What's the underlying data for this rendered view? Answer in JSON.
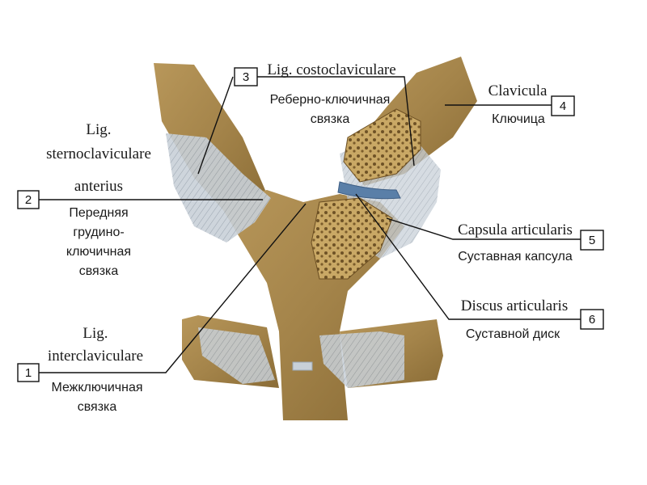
{
  "colors": {
    "bone": "#a8884a",
    "bone_dark": "#7a5e2c",
    "spongy": "#c9a865",
    "ligament": "#c8d0d8",
    "ligament_shade": "#9aa6b2",
    "disc": "#5a7fa8"
  },
  "labels": [
    {
      "number": "1",
      "latin": [
        "Lig.",
        "interclaviculare"
      ],
      "russian": [
        "Межключичная",
        "связка"
      ]
    },
    {
      "number": "2",
      "latin": [
        "Lig.",
        "sternoclaviculare",
        "anterius"
      ],
      "russian": [
        "Передняя",
        "грудино-",
        "ключичная",
        "связка"
      ]
    },
    {
      "number": "3",
      "latin": [
        "Lig. costoclaviculare"
      ],
      "russian": [
        "Реберно-ключичная",
        "связка"
      ]
    },
    {
      "number": "4",
      "latin": [
        "Clavicula"
      ],
      "russian": [
        "Ключица"
      ]
    },
    {
      "number": "5",
      "latin": [
        "Capsula articularis"
      ],
      "russian": [
        "Суставная капсула"
      ]
    },
    {
      "number": "6",
      "latin": [
        "Discus articularis"
      ],
      "russian": [
        "Суставной диск"
      ]
    }
  ]
}
